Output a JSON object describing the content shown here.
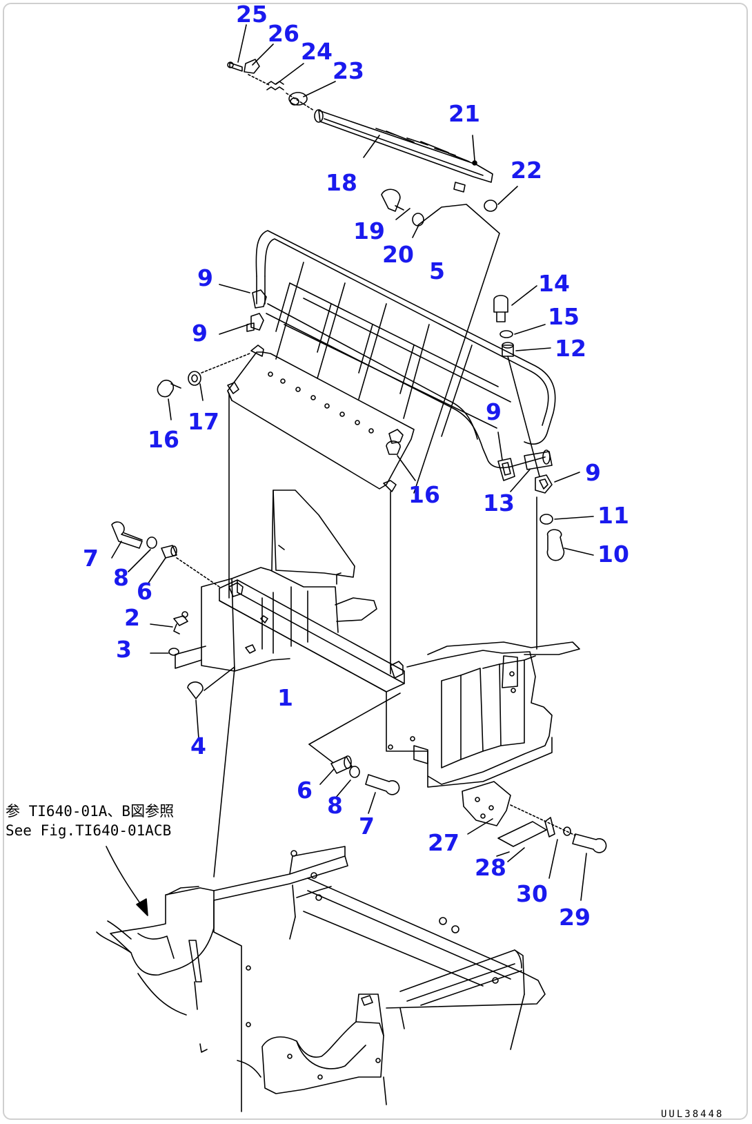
{
  "callouts": [
    {
      "id": "c25",
      "text": "25"
    },
    {
      "id": "c26",
      "text": "26"
    },
    {
      "id": "c24",
      "text": "24"
    },
    {
      "id": "c23",
      "text": "23"
    },
    {
      "id": "c21",
      "text": "21"
    },
    {
      "id": "c22",
      "text": "22"
    },
    {
      "id": "c18",
      "text": "18"
    },
    {
      "id": "c19",
      "text": "19"
    },
    {
      "id": "c20",
      "text": "20"
    },
    {
      "id": "c9a",
      "text": "9"
    },
    {
      "id": "c5",
      "text": "5"
    },
    {
      "id": "c14",
      "text": "14"
    },
    {
      "id": "c9b",
      "text": "9"
    },
    {
      "id": "c15",
      "text": "15"
    },
    {
      "id": "c12",
      "text": "12"
    },
    {
      "id": "c16a",
      "text": "16"
    },
    {
      "id": "c17",
      "text": "17"
    },
    {
      "id": "c9c",
      "text": "9"
    },
    {
      "id": "c16b",
      "text": "16"
    },
    {
      "id": "c13",
      "text": "13"
    },
    {
      "id": "c9d",
      "text": "9"
    },
    {
      "id": "c11",
      "text": "11"
    },
    {
      "id": "c10",
      "text": "10"
    },
    {
      "id": "c7a",
      "text": "7"
    },
    {
      "id": "c8a",
      "text": "8"
    },
    {
      "id": "c6a",
      "text": "6"
    },
    {
      "id": "c2",
      "text": "2"
    },
    {
      "id": "c3",
      "text": "3"
    },
    {
      "id": "c1",
      "text": "1"
    },
    {
      "id": "c4",
      "text": "4"
    },
    {
      "id": "c6b",
      "text": "6"
    },
    {
      "id": "c8b",
      "text": "8"
    },
    {
      "id": "c7b",
      "text": "7"
    },
    {
      "id": "c27",
      "text": "27"
    },
    {
      "id": "c28",
      "text": "28"
    },
    {
      "id": "c30",
      "text": "30"
    },
    {
      "id": "c29",
      "text": "29"
    }
  ],
  "reference_note": {
    "line1": "参 TI640-01A、B図参照",
    "line2": "See Fig.TI640-01ACB"
  },
  "figure_code": "UUL38448",
  "colors": {
    "callout": "#1a1aee",
    "linework": "#000000",
    "background": "#ffffff"
  }
}
